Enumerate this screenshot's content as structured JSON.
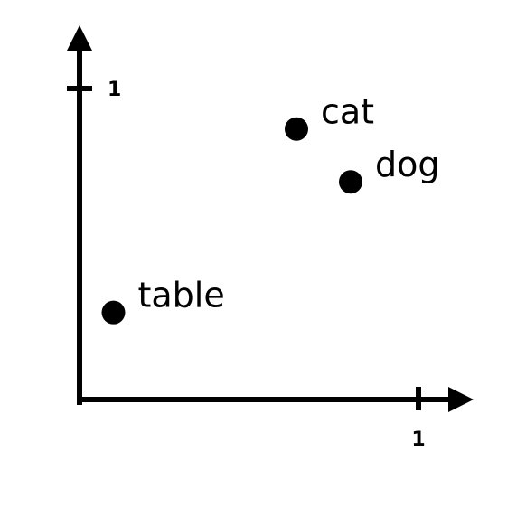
{
  "chart_data": {
    "type": "scatter",
    "xlim": [
      0,
      1
    ],
    "ylim": [
      0,
      1
    ],
    "grid": false,
    "x_ticks": [
      {
        "value": 1,
        "label": "1"
      }
    ],
    "y_ticks": [
      {
        "value": 1,
        "label": "1"
      }
    ],
    "points": [
      {
        "label": "cat",
        "x": 0.64,
        "y": 0.87
      },
      {
        "label": "dog",
        "x": 0.8,
        "y": 0.7
      },
      {
        "label": "table",
        "x": 0.1,
        "y": 0.28
      }
    ],
    "colors": {
      "axis": "#000000",
      "marker": "#000000",
      "text": "#000000"
    }
  }
}
